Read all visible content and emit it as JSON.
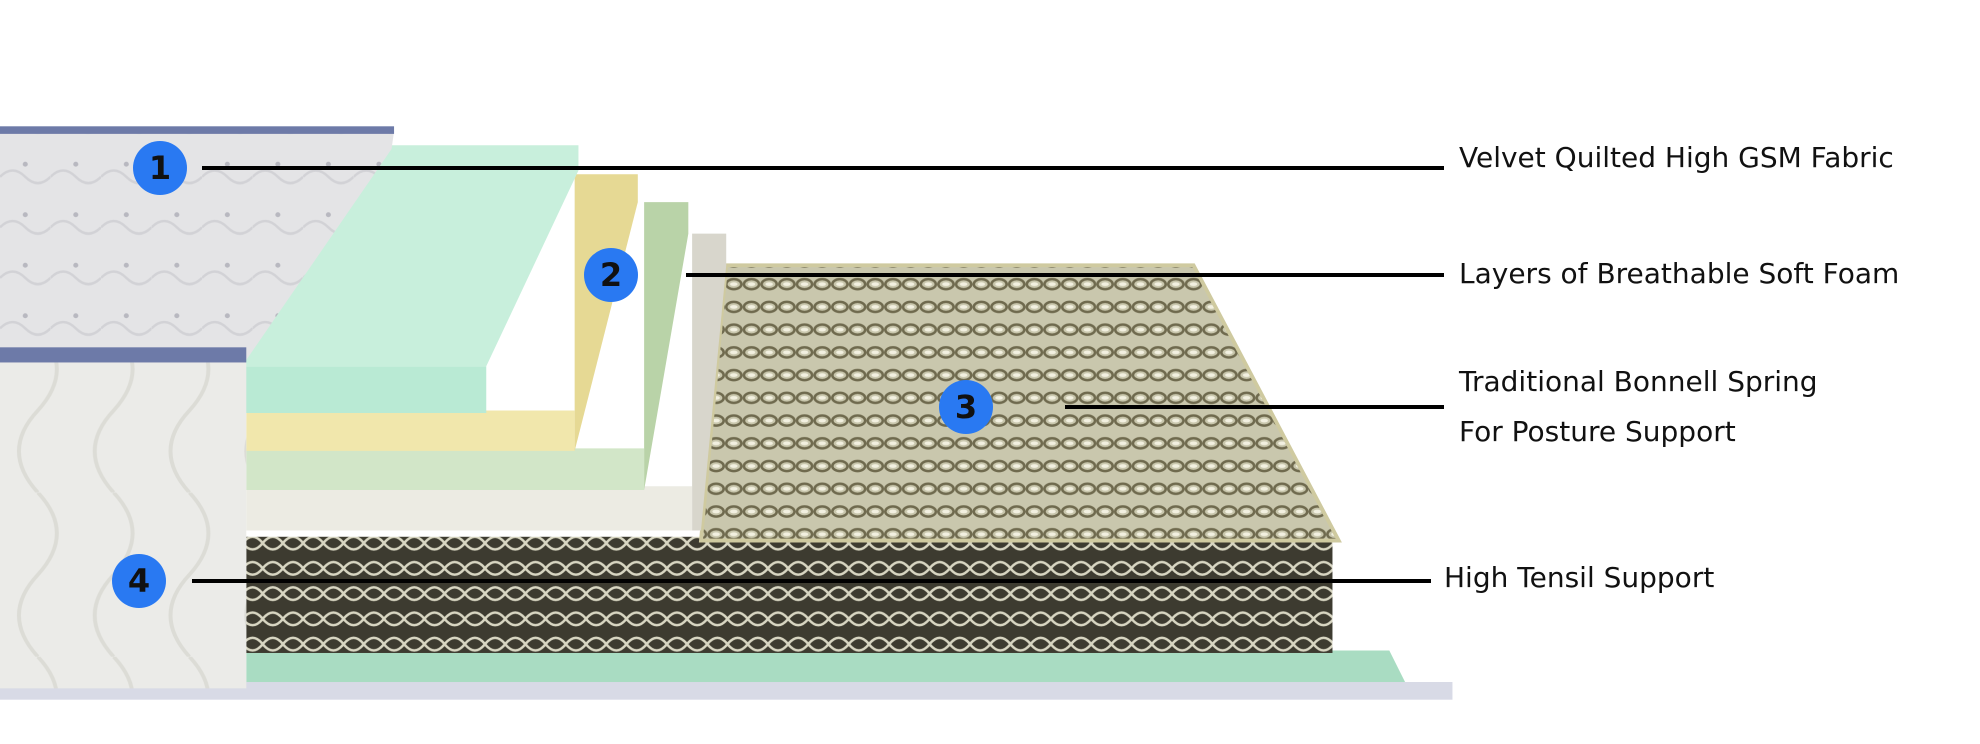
{
  "colors": {
    "badge": "#2979f2",
    "leader": "#000000"
  },
  "callouts": [
    {
      "number": "1",
      "lines": [
        "Velvet Quilted High GSM Fabric"
      ]
    },
    {
      "number": "2",
      "lines": [
        "Layers of Breathable Soft Foam"
      ]
    },
    {
      "number": "3",
      "lines": [
        "Traditional Bonnell Spring",
        "For Posture Support"
      ]
    },
    {
      "number": "4",
      "lines": [
        "High Tensil Support"
      ]
    }
  ]
}
